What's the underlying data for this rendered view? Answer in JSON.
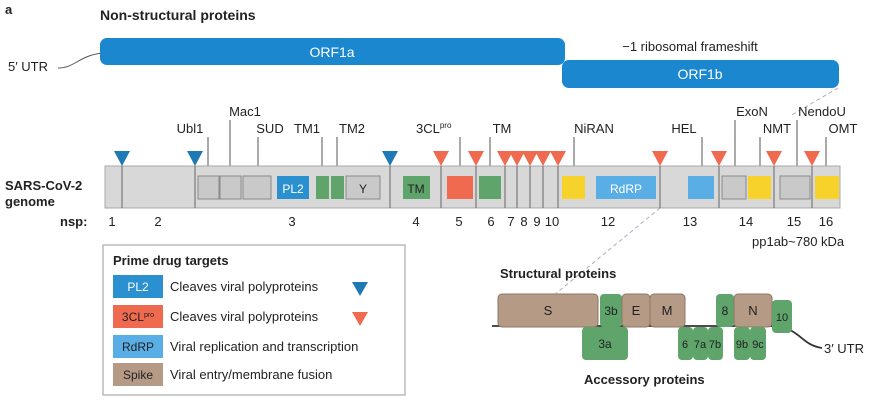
{
  "panel_letter": "a",
  "nonstructural_title": "Non-structural proteins",
  "utr5": "5′ UTR",
  "utr3": "3′ UTR",
  "orf1a": "ORF1a",
  "orf1b": "ORF1b",
  "frameshift": "−1 ribosomal frameshift",
  "genome_label": [
    "SARS-CoV-2",
    "genome"
  ],
  "nsp_prefix": "nsp:",
  "nsp_numbers": [
    "1",
    "2",
    "3",
    "4",
    "5",
    "6",
    "7",
    "8",
    "9",
    "10",
    "12",
    "13",
    "14",
    "15",
    "16"
  ],
  "pp1ab": "pp1ab~780 kDa",
  "top_labels": {
    "ubl1": "Ubl1",
    "mac1": "Mac1",
    "sud": "SUD",
    "tm1": "TM1",
    "tm2": "TM2",
    "cl3_main": "3CL",
    "cl3_sup": "pro",
    "tm": "TM",
    "niran": "NiRAN",
    "hel": "HEL",
    "exon": "ExoN",
    "nmt": "NMT",
    "nendou": "NendoU",
    "omt": "OMT"
  },
  "domain_labels": {
    "pl2": "PL2",
    "y": "Y",
    "tm": "TM",
    "rdrp": "RdRP"
  },
  "legend": {
    "title": "Prime drug targets",
    "rows": [
      {
        "key": "PL2",
        "key_sup": "",
        "text": "Cleaves viral polyproteins",
        "color": "#2b90d0",
        "marker": "blue-triangle"
      },
      {
        "key": "3CL",
        "key_sup": "pro",
        "text": "Cleaves viral polyproteins",
        "color": "#ef6a4e",
        "marker": "orange-triangle"
      },
      {
        "key": "RdRP",
        "key_sup": "",
        "text": "Viral replication and transcription",
        "color": "#5aaee6",
        "marker": ""
      },
      {
        "key": "Spike",
        "key_sup": "",
        "text": "Viral entry/membrane fusion",
        "color": "#b59a86",
        "marker": ""
      }
    ]
  },
  "structural_title": "Structural proteins",
  "accessory_title": "Accessory proteins",
  "structural": {
    "s": "S",
    "e": "E",
    "m": "M",
    "n": "N"
  },
  "accessory": {
    "3b": "3b",
    "3a": "3a",
    "6": "6",
    "7a": "7a",
    "7b": "7b",
    "8": "8",
    "9b": "9b",
    "9c": "9c",
    "10": "10"
  },
  "colors": {
    "orf_blue": "#1a87cf",
    "pl2_blue": "#2b90d0",
    "rdrp_blue": "#5aaee6",
    "protease_orange": "#ef6a4e",
    "tm_green": "#5ea46b",
    "yellow": "#f6d22a",
    "spike_brown": "#b59a86",
    "accessory_green": "#5ea46b",
    "genome_grey": "#d8d8d8",
    "domain_grey": "#c9c9c9",
    "triangle_blue": "#1f79b4",
    "triangle_orange": "#ef6a4e"
  }
}
